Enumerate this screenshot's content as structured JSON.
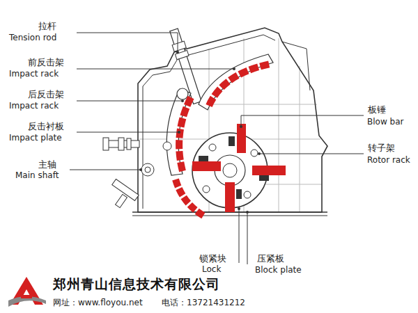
{
  "diagram": {
    "labels": [
      "拉杆",
      "Tension rod",
      "前反击架",
      "Impact rack",
      "后反击架",
      "Impact rack",
      "反击衬板",
      "Impact plate",
      "主轴",
      "Main shaft",
      "板锤",
      "Blow bar",
      "转子架",
      "Rotor rack",
      "锁紧块",
      "Lock",
      "压紧板",
      "Block plate",
      "郑州青山信息技术有限公司",
      "网址：www.floyou.net",
      "电话：13721431212"
    ]
  }
}
